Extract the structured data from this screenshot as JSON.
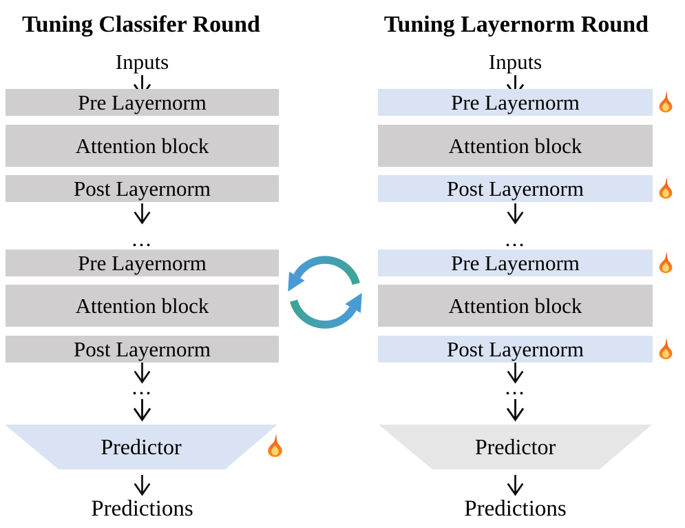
{
  "left_column": {
    "title": "Tuning Classifer Round",
    "inputs_label": "Inputs",
    "blocks": [
      "Pre Layernorm",
      "Attention block",
      "Post Layernorm",
      "Pre Layernorm",
      "Attention block",
      "Post Layernorm"
    ],
    "ellipsis": "...",
    "predictor_label": "Predictor",
    "predictions_label": "Predictions",
    "trainable_parts": [
      "Predictor"
    ]
  },
  "right_column": {
    "title": "Tuning Layernorm Round",
    "inputs_label": "Inputs",
    "blocks": [
      "Pre Layernorm",
      "Attention block",
      "Post Layernorm",
      "Pre Layernorm",
      "Attention block",
      "Post Layernorm"
    ],
    "ellipsis": "...",
    "predictor_label": "Predictor",
    "predictions_label": "Predictions",
    "trainable_parts": [
      "Pre Layernorm",
      "Post Layernorm"
    ]
  },
  "icons": {
    "flame": "flame-icon",
    "cycle": "cycle-arrows-icon",
    "down_arrow": "down-arrow-icon"
  },
  "colors": {
    "frozen_block_gray": "#d0cece",
    "trainable_block_blue": "#dae3f3",
    "frozen_predictor_gray": "#e7e6e6",
    "cycle_teal": "#3da494",
    "cycle_blue": "#4a9ad5",
    "flame_orange": "#f8701d",
    "flame_inner_yellow": "#ffd56e",
    "text_black": "#000000"
  }
}
